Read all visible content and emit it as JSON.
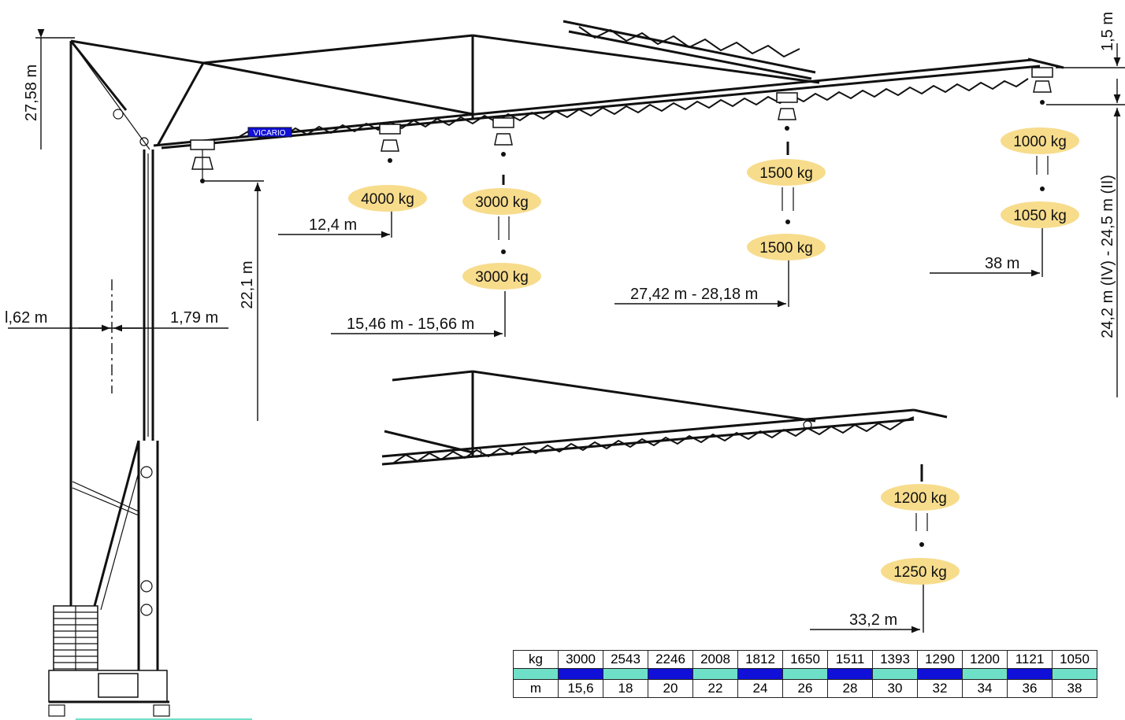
{
  "dimensions": {
    "total_height": "27,58 m",
    "tip_rise": "1,5 m",
    "hook_height_range": "24,2 m (IV) - 24,5 m (II)",
    "hook_height_retracted": "22,1 m",
    "left_offset": "l,62 m",
    "right_offset": "1,79 m",
    "radius_min": "12,4 m",
    "radius_1": "15,46 m - 15,66 m",
    "radius_2": "27,42 m - 28,18 m",
    "radius_max": "38 m",
    "radius_short_jib": "33,2 m"
  },
  "loads": {
    "at_min_radius": "4000 kg",
    "r1_upper": "3000 kg",
    "r1_lower": "3000 kg",
    "r2_upper": "1500 kg",
    "r2_lower": "1500 kg",
    "max_upper": "1000 kg",
    "max_lower": "1050 kg",
    "short_upper": "1200 kg",
    "short_lower": "1250 kg"
  },
  "brand": "VICARIO",
  "colors": {
    "badge": "#f7dc8c",
    "table_cyan": "#6fe0c8",
    "table_blue": "#1010d8"
  },
  "load_table": {
    "kg_label": "kg",
    "m_label": "m",
    "kg": [
      "3000",
      "2543",
      "2246",
      "2008",
      "1812",
      "1650",
      "1511",
      "1393",
      "1290",
      "1200",
      "1121",
      "1050"
    ],
    "m": [
      "15,6",
      "18",
      "20",
      "22",
      "24",
      "26",
      "28",
      "30",
      "32",
      "34",
      "36",
      "38"
    ]
  }
}
